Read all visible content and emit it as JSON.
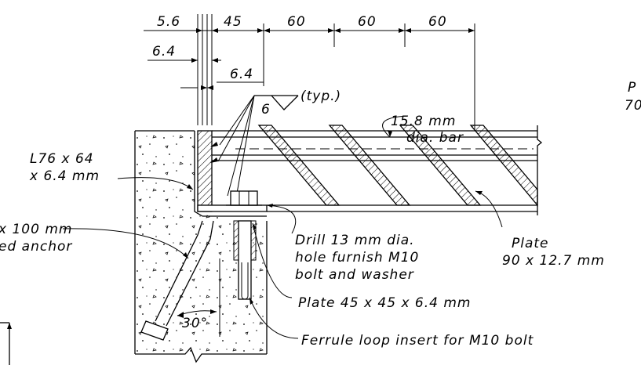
{
  "dimensions": {
    "d1": "5.6",
    "d2": "45",
    "d3": "60",
    "d4": "60",
    "d5": "60",
    "d6": "6.4",
    "d7": "6.4"
  },
  "weld": {
    "size": "6",
    "note": "(typ.)"
  },
  "labels": {
    "bar_line1": "15.8 mm",
    "bar_line2": "dia. bar",
    "angle_line1": "L76 x 64",
    "angle_line2": "x 6.4 mm",
    "anchor_line1": "x 100 mm",
    "anchor_line2": "ed anchor",
    "drill_line1": "Drill 13 mm dia.",
    "drill_line2": "hole furnish M10",
    "drill_line3": "bolt and washer",
    "plate_line1": "Plate",
    "plate_line2": "90 x 12.7 mm",
    "plate45": "Plate 45 x 45 x 6.4 mm",
    "ferrule": "Ferrule loop insert for M10 bolt",
    "angle_deg": "30°",
    "edge_top": "P",
    "edge_bottom": "70"
  }
}
